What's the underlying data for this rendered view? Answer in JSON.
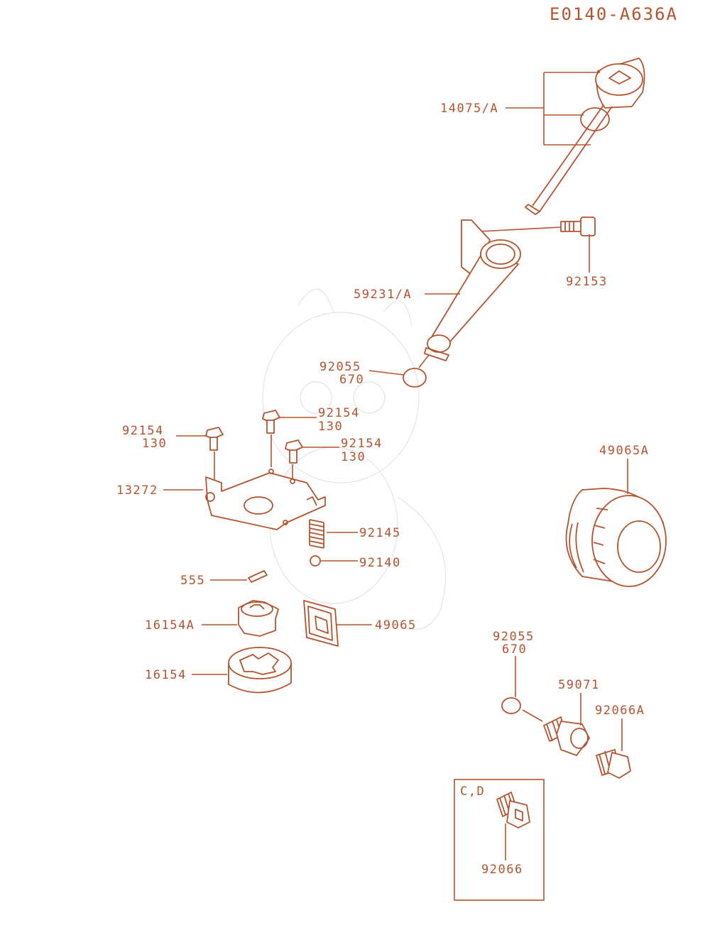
{
  "diagram_code": "E0140-A636A",
  "parts": {
    "p14075": "14075/A",
    "p92153": "92153",
    "p59231": "59231/A",
    "p92055a": "92055",
    "p92055a_qty": "670",
    "p92154a": "92154",
    "p92154a_qty": "130",
    "p92154b": "92154",
    "p92154b_qty": "130",
    "p92154c": "92154",
    "p92154c_qty": "130",
    "p13272": "13272",
    "p92145": "92145",
    "p92140": "92140",
    "p555": "555",
    "p16154a": "16154A",
    "p49065": "49065",
    "p16154": "16154",
    "p49065a": "49065A",
    "p92055b": "92055",
    "p92055b_qty": "670",
    "p59071": "59071",
    "p92066a": "92066A",
    "p92066": "92066",
    "box_label": "C,D"
  },
  "colors": {
    "ink": "#b5532f",
    "watermark": "#e4e4e4"
  }
}
